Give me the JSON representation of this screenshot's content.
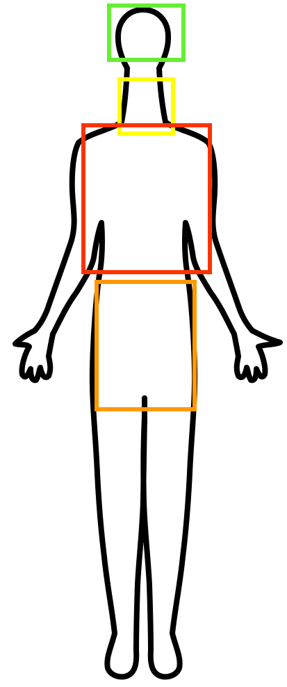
{
  "figure": {
    "subject": "human-body-front-outline",
    "outline_color": "#000000",
    "background_color": "#ffffff"
  },
  "regions": [
    {
      "id": "head",
      "color": "#66ee33"
    },
    {
      "id": "neck",
      "color": "#ffff00"
    },
    {
      "id": "torso",
      "color": "#ff3300"
    },
    {
      "id": "pelvis",
      "color": "#ff9900"
    }
  ]
}
